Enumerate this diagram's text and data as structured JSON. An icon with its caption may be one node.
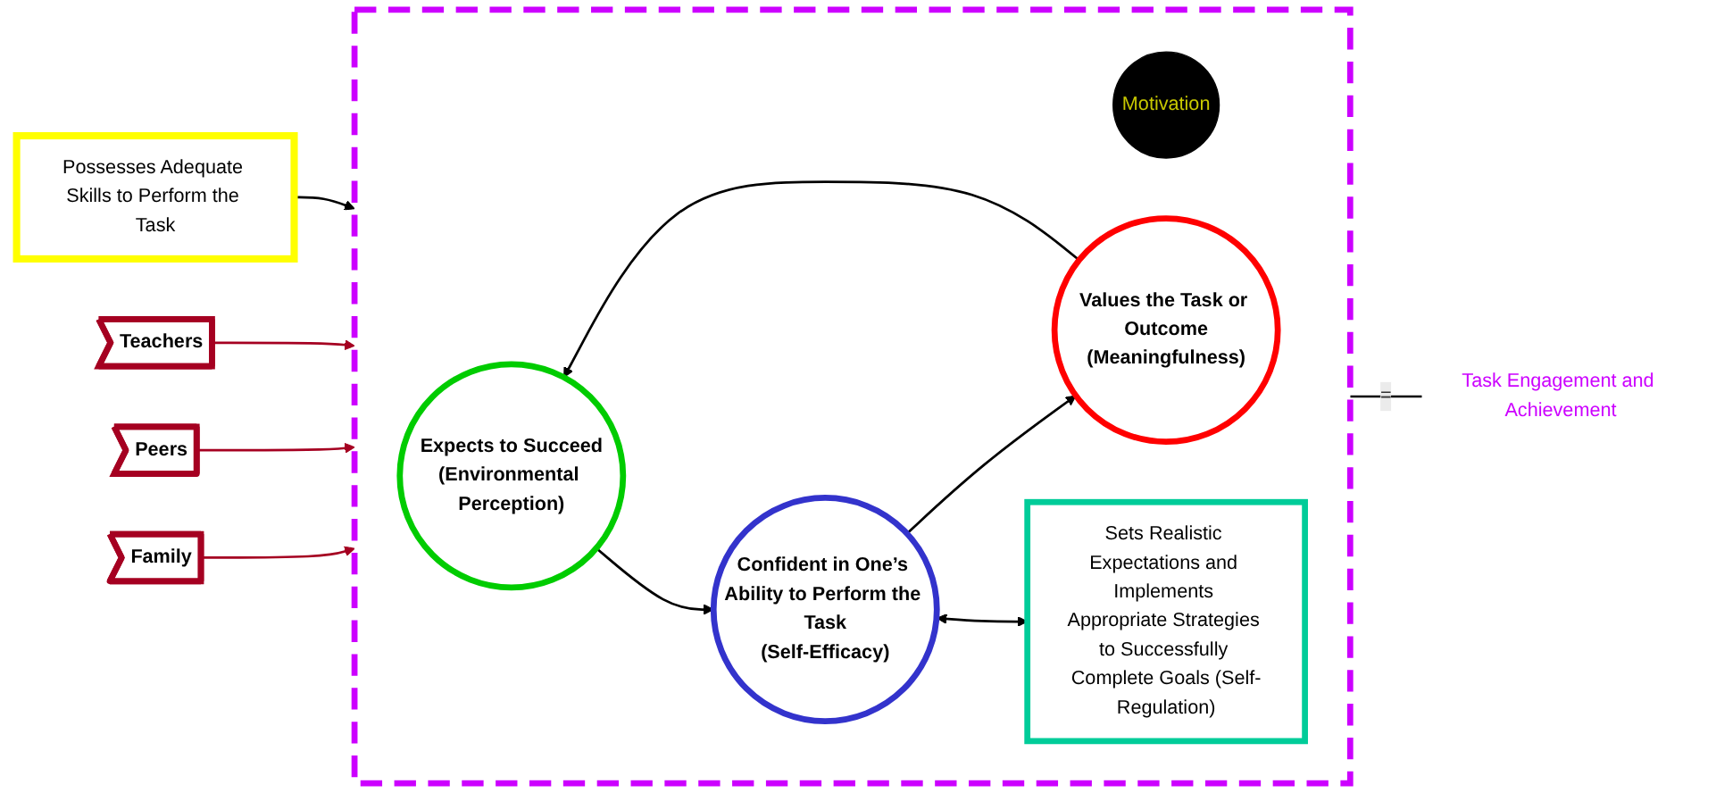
{
  "diagram": {
    "nodes": [
      {
        "text": [
          "Possesses Adequate Skills to Perform the Task"
        ]
      },
      {
        "text": [],
        "shape": "box"
      },
      {
        "text": [
          "Motivation"
        ],
        "in": 1
      },
      {
        "text": [
          "Expects to Succeed",
          "(Environmental Perception)"
        ],
        "in": 1
      },
      {
        "text": [
          "Values the Task or Outcome",
          "(Meaningfulness)"
        ],
        "in": 1
      },
      {
        "text": [
          "Confident in One’s Ability to Perform the Task",
          "(Self-Efficacy)"
        ],
        "in": 1
      },
      {
        "text": [
          "Sets Realistic Expectations and Implements Appropriate Strategies to Successfully Complete Goals (Self-Regulation)"
        ],
        "in": 1
      },
      {
        "text": [
          "Task Engagement and Achievement"
        ]
      },
      {
        "text": [
          "Teachers"
        ]
      },
      {
        "text": [
          "Peers"
        ]
      },
      {
        "text": [
          "Family"
        ]
      }
    ],
    "edges": [
      {
        "from": 0,
        "to": 1,
        "arrow": "to"
      },
      {
        "from": 3,
        "to": 5,
        "arrow": "to"
      },
      {
        "from": 5,
        "to": 4,
        "arrow": "to"
      },
      {
        "from": 4,
        "to": 3,
        "arrow": "to"
      },
      {
        "from": 5,
        "to": 6,
        "arrow": "both"
      },
      {
        "from": 1,
        "to": 7,
        "arrow": "none",
        "label": "="
      },
      {
        "from": 8,
        "to": 1,
        "arrow": "to",
        "color": "#a50021"
      },
      {
        "from": 9,
        "to": 1,
        "arrow": "to",
        "color": "#a50021"
      },
      {
        "from": 10,
        "to": 1,
        "arrow": "to",
        "color": "#a50021"
      }
    ]
  }
}
